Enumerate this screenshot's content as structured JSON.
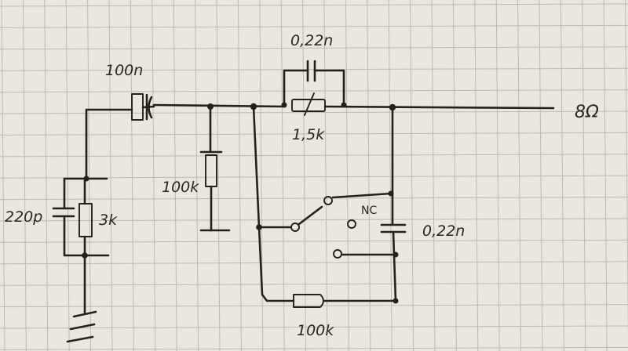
{
  "labels": {
    "input_cap": "100n",
    "feedback_cap": "0,22n",
    "series_resistor": "1,5k",
    "load": "8Ω",
    "shunt_resistor": "100k",
    "parallel_cap": "220p",
    "parallel_resistor": "3k",
    "switch_contact": "NC",
    "switched_cap": "0,22n",
    "bottom_resistor": "100k"
  },
  "colors": {
    "paper": "#e9e7df",
    "grid": "#bcbab2",
    "ink": "#24211c"
  }
}
